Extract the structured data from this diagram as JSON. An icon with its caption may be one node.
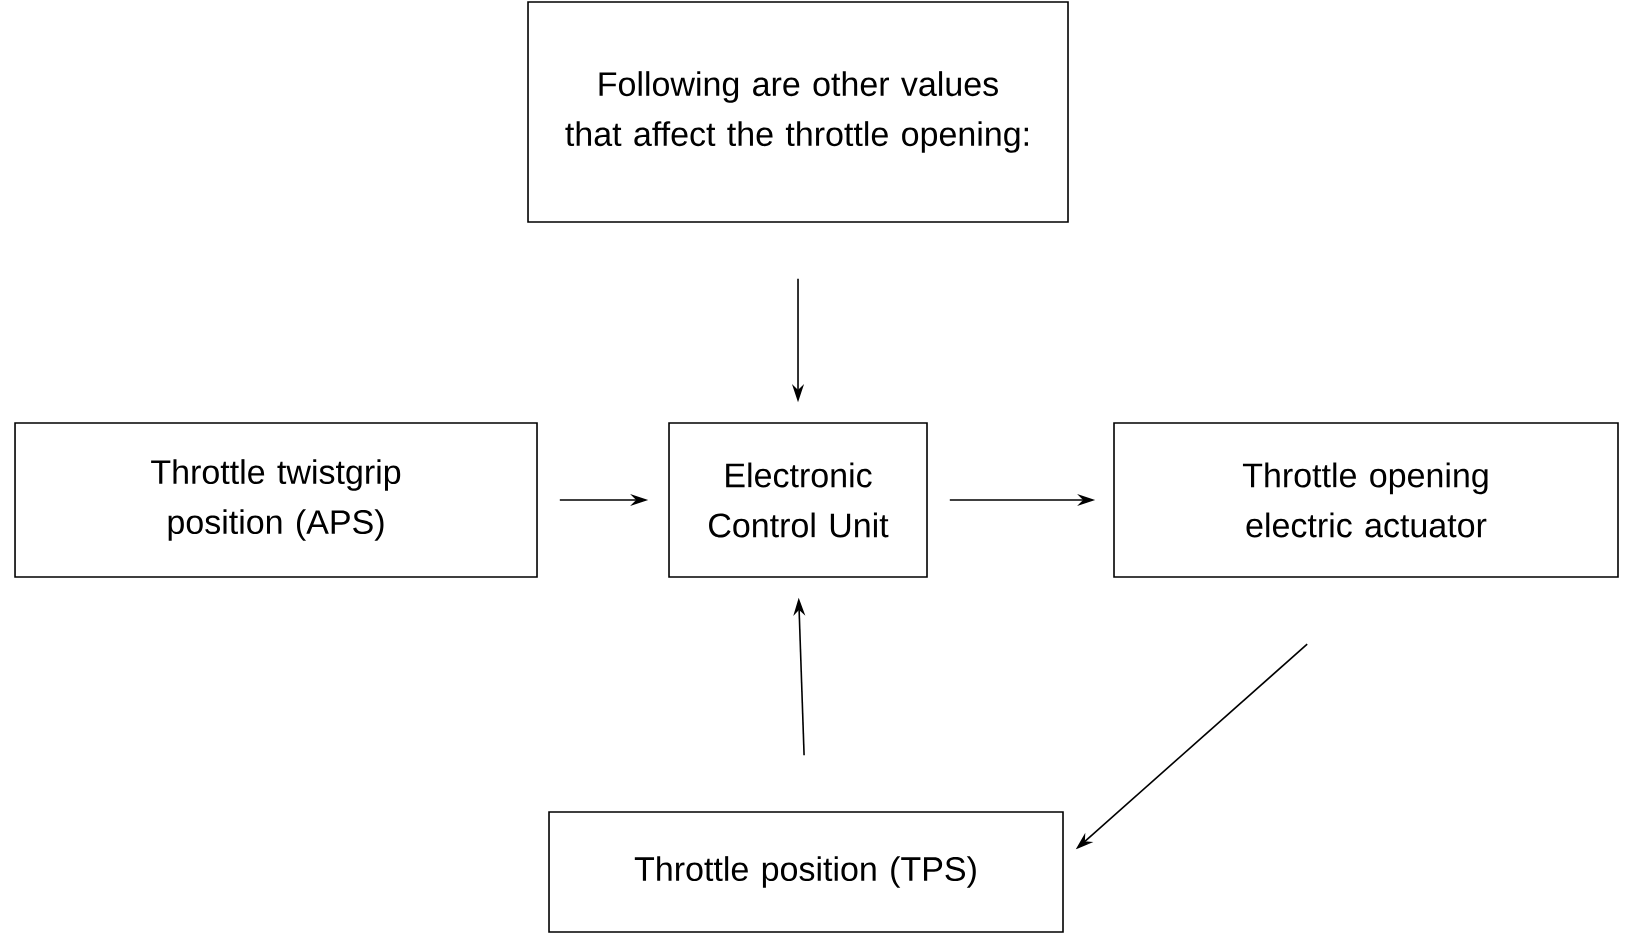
{
  "diagram": {
    "nodes": [
      {
        "text": [
          "Following are other values that affect the throttle opening:"
        ]
      },
      {
        "text": [
          "Throttle twistgrip position (APS)"
        ]
      },
      {
        "text": [
          "Electronic Control Unit"
        ]
      },
      {
        "text": [
          "Throttle opening electric actuator"
        ]
      },
      {
        "text": [
          "Throttle position (TPS)"
        ]
      }
    ],
    "edges": [
      {
        "from": 0,
        "to": 2,
        "arrow": "to"
      },
      {
        "from": 1,
        "to": 2,
        "arrow": "to"
      },
      {
        "from": 2,
        "to": 3,
        "arrow": "to"
      },
      {
        "from": 4,
        "to": 2,
        "arrow": "to"
      },
      {
        "from": 3,
        "to": 4,
        "arrow": "to"
      }
    ]
  }
}
